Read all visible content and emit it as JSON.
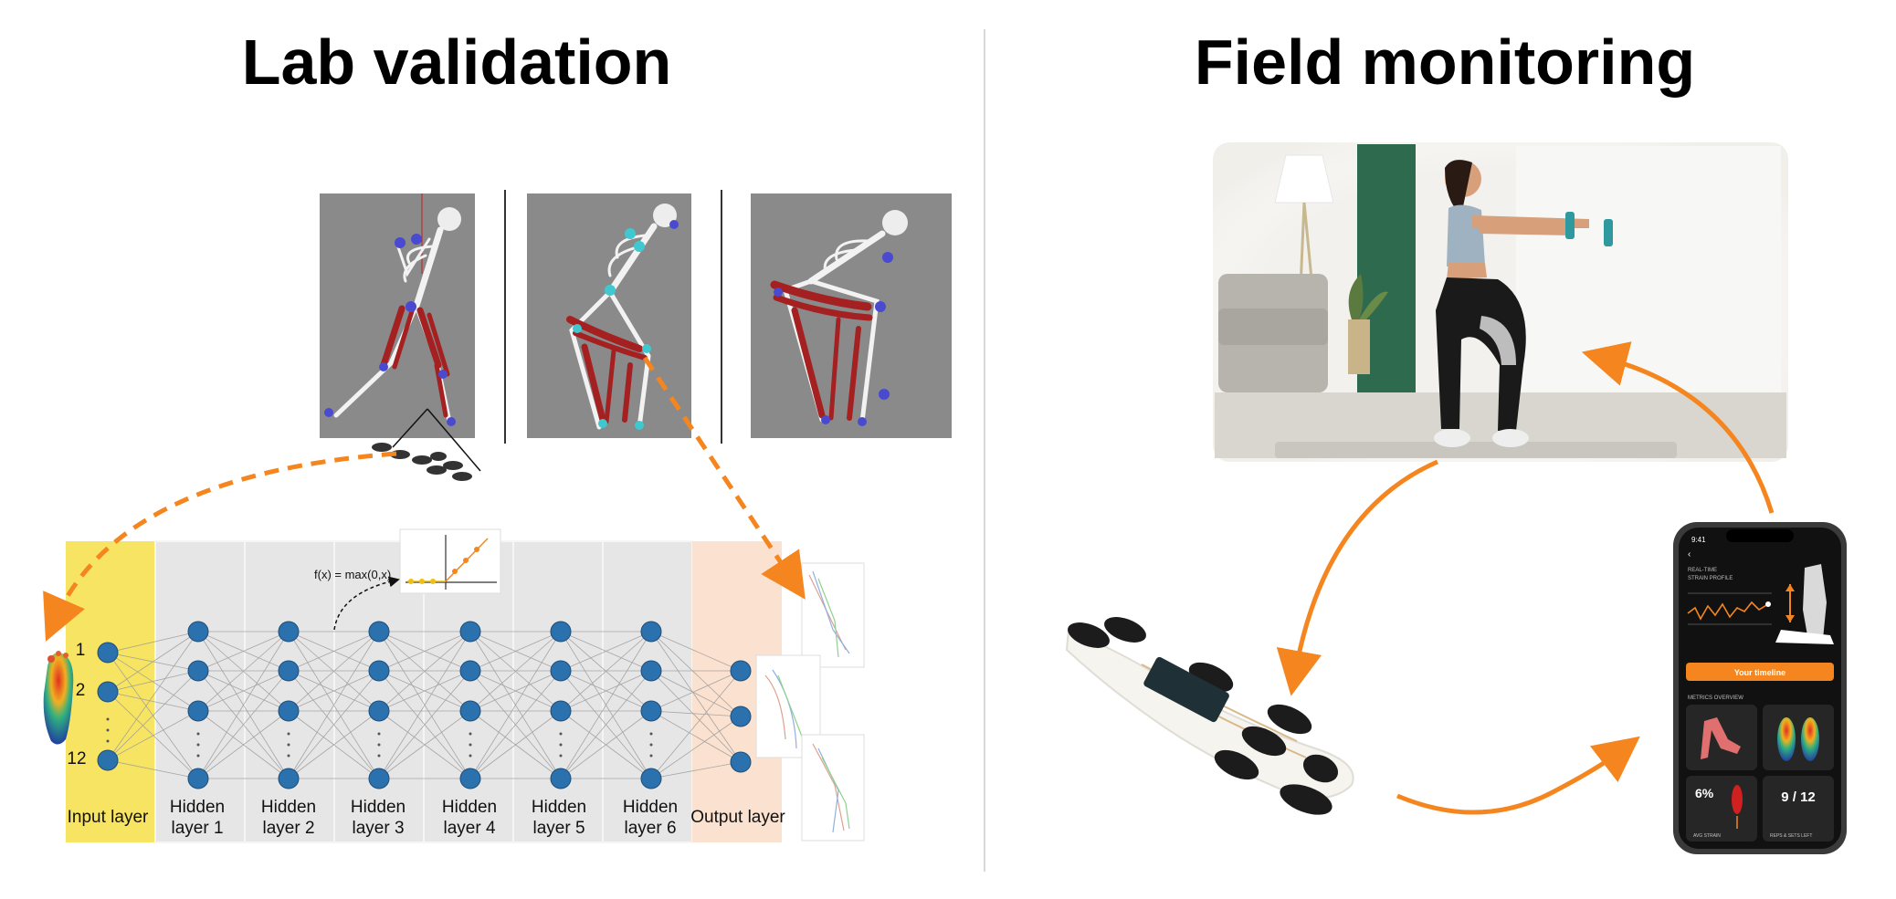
{
  "lab": {
    "title": "Lab validation",
    "relu_formula": "f(x) = max(0,x)",
    "input_labels": [
      "1",
      "2",
      "12"
    ],
    "layers": {
      "input": "Input layer",
      "hidden": [
        {
          "line1": "Hidden",
          "line2": "layer 1"
        },
        {
          "line1": "Hidden",
          "line2": "layer 2"
        },
        {
          "line1": "Hidden",
          "line2": "layer 3"
        },
        {
          "line1": "Hidden",
          "line2": "layer 4"
        },
        {
          "line1": "Hidden",
          "line2": "layer 5"
        },
        {
          "line1": "Hidden",
          "line2": "layer 6"
        }
      ],
      "output": "Output layer"
    }
  },
  "field": {
    "title": "Field monitoring",
    "phone": {
      "time": "9:41",
      "section1": "REAL-TIME",
      "section1b": "STRAIN PROFILE",
      "button": "Your timeline",
      "section2": "METRICS OVERVIEW",
      "metric_left": "6%",
      "metric_right": "9 / 12",
      "metric_left_caption": "AVG STRAIN",
      "metric_right_caption": "REPS & SETS LEFT"
    }
  },
  "colors": {
    "arrow": "#F5861F",
    "input_layer_bg": "#F7E463",
    "hidden_layer_bg": "#E6E6E6",
    "output_layer_bg": "#FBE1CF",
    "node": "#2A71AE",
    "panel_gray": "#8A8A8A",
    "muscle": "#A52020"
  }
}
